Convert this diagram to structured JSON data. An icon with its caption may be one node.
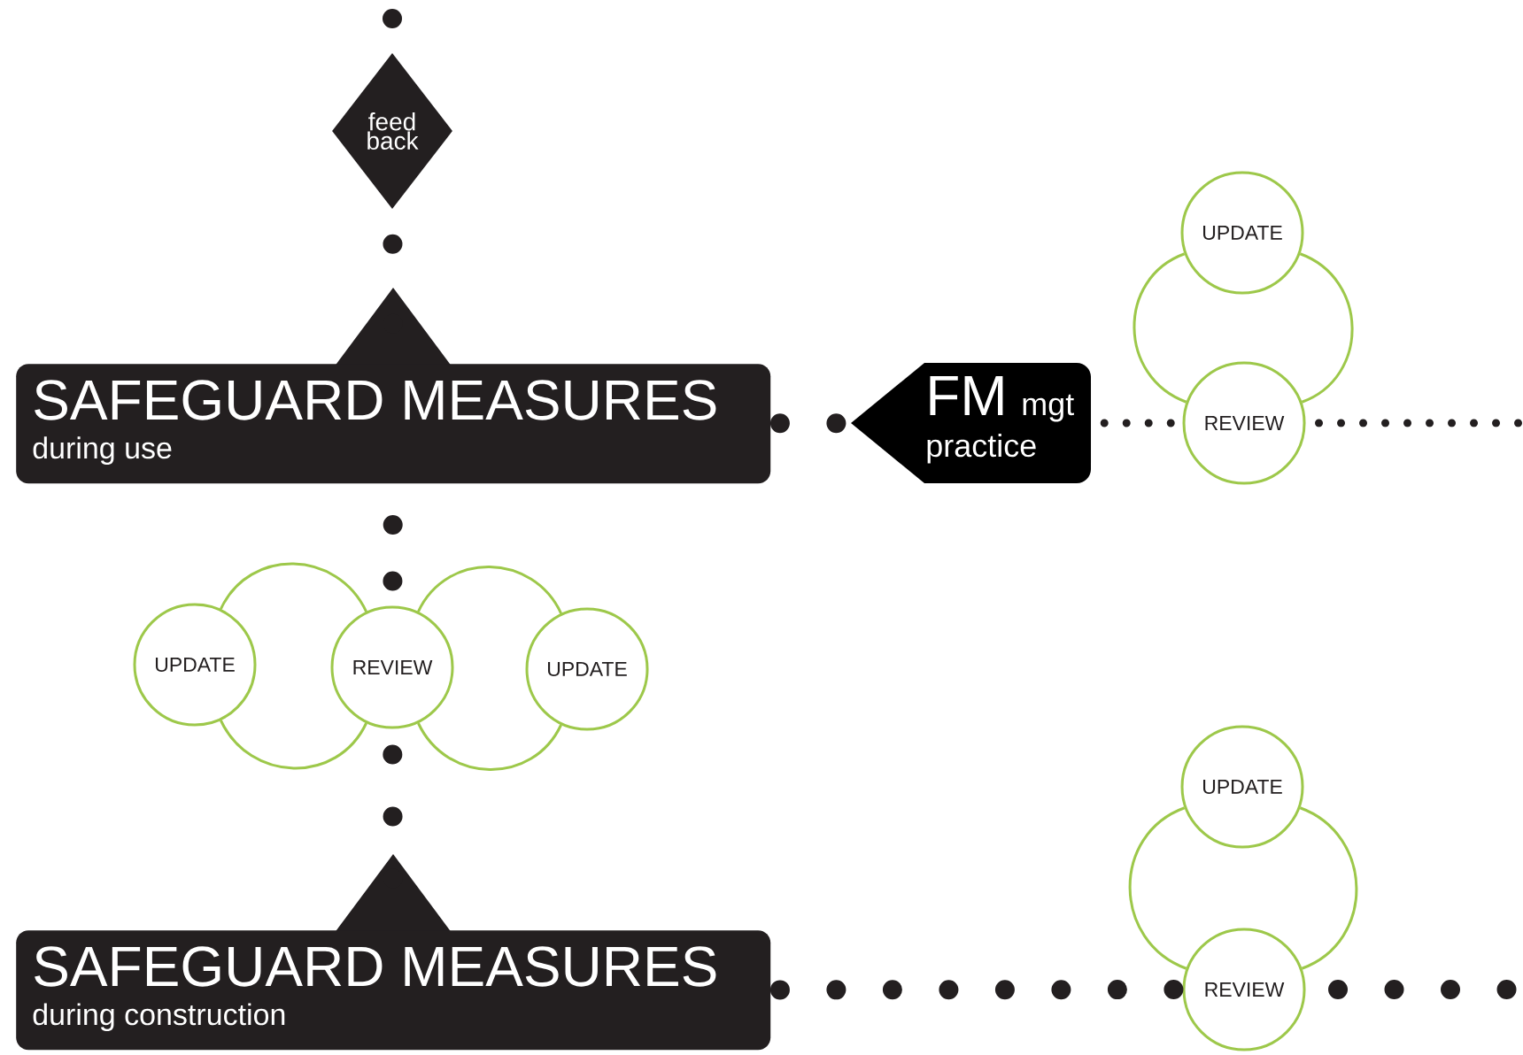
{
  "diagram": {
    "nodes": [
      {
        "text": [
          "feed back"
        ]
      },
      {
        "text": [
          "SAFEGUARD MEASURES",
          "during use"
        ]
      },
      {
        "text": [
          "FM",
          "mgt",
          "practice"
        ]
      },
      {
        "text": [
          "UPDATE"
        ]
      },
      {
        "text": [
          "REVIEW"
        ]
      },
      {
        "text": [
          "UPDATE"
        ]
      },
      {
        "text": [
          "REVIEW"
        ]
      },
      {
        "text": [
          "UPDATE"
        ]
      },
      {
        "text": [
          "UPDATE"
        ]
      },
      {
        "text": [
          "REVIEW"
        ]
      },
      {
        "text": [
          "SAFEGUARD MEASURES",
          "during construction"
        ]
      }
    ],
    "edges": [
      {
        "from": null,
        "to": 0,
        "arrow": "none",
        "style": "dashed"
      },
      {
        "from": 0,
        "to": 1,
        "arrow": "none",
        "style": "dashed"
      },
      {
        "from": 1,
        "to": 2,
        "arrow": "none",
        "style": "dashed"
      },
      {
        "from": 2,
        "to": 4,
        "arrow": "none",
        "style": "dashed"
      },
      {
        "from": 4,
        "to": null,
        "arrow": "none",
        "style": "dashed"
      },
      {
        "from": 3,
        "to": 4,
        "arrow": "none",
        "color": "#9dc84a"
      },
      {
        "from": 3,
        "to": 4,
        "arrow": "none",
        "color": "#9dc84a"
      },
      {
        "from": 1,
        "to": 6,
        "arrow": "none",
        "style": "dashed"
      },
      {
        "from": 5,
        "to": 6,
        "arrow": "none",
        "color": "#9dc84a"
      },
      {
        "from": 5,
        "to": 6,
        "arrow": "none",
        "color": "#9dc84a"
      },
      {
        "from": 6,
        "to": 7,
        "arrow": "none",
        "color": "#9dc84a"
      },
      {
        "from": 6,
        "to": 7,
        "arrow": "none",
        "color": "#9dc84a"
      },
      {
        "from": 6,
        "to": 10,
        "arrow": "none",
        "style": "dashed"
      },
      {
        "from": 8,
        "to": 9,
        "arrow": "none",
        "color": "#9dc84a"
      },
      {
        "from": 8,
        "to": 9,
        "arrow": "none",
        "color": "#9dc84a"
      },
      {
        "from": 10,
        "to": 9,
        "arrow": "none",
        "style": "dashed"
      },
      {
        "from": 9,
        "to": null,
        "arrow": "none",
        "style": "dashed"
      }
    ]
  }
}
